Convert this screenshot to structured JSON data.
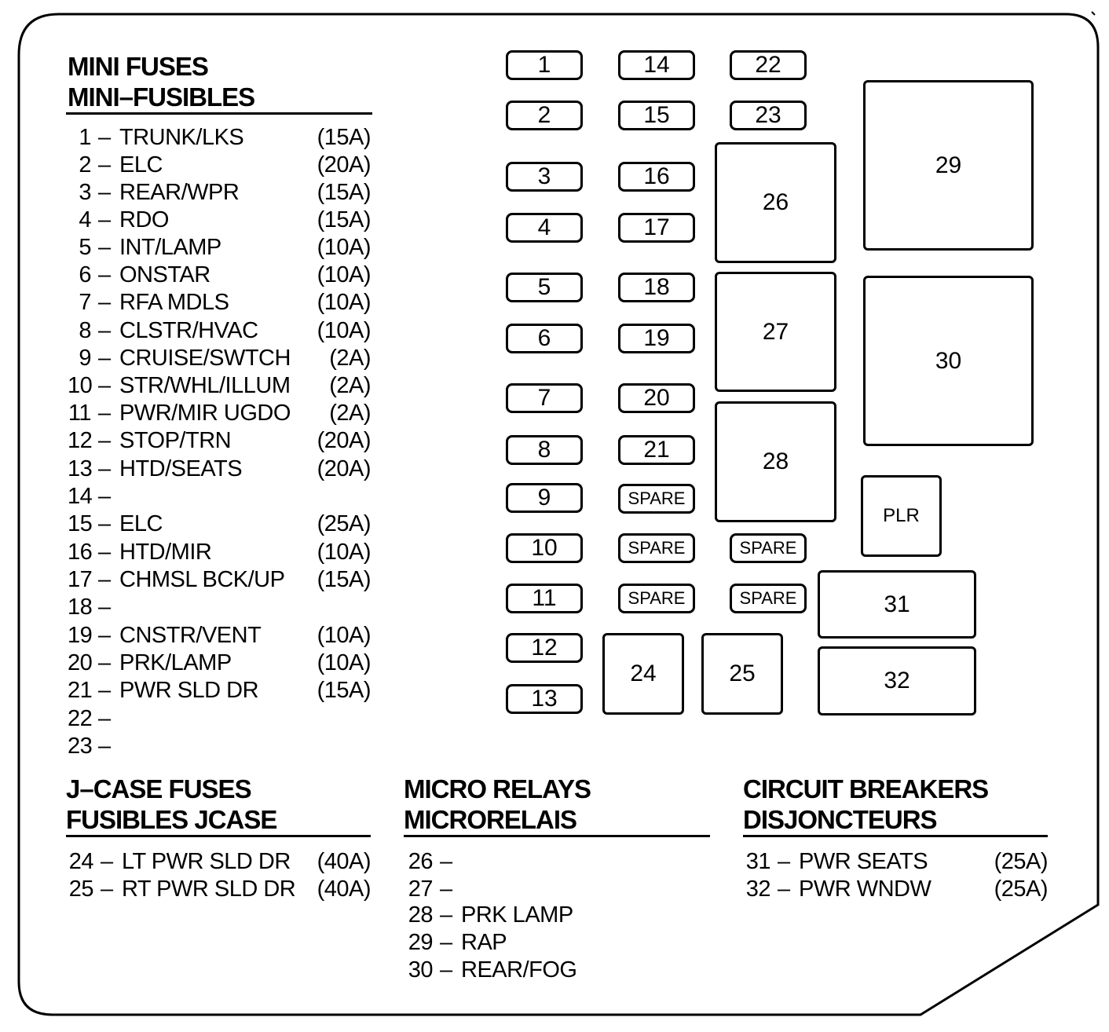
{
  "sections": {
    "mini_fuses": {
      "title1": "MINI FUSES",
      "title2": "MINI–FUSIBLES",
      "items": [
        {
          "num": "1",
          "label": "TRUNK/LKS",
          "amp": "(15A)"
        },
        {
          "num": "2",
          "label": "ELC",
          "amp": "(20A)"
        },
        {
          "num": "3",
          "label": "REAR/WPR",
          "amp": "(15A)"
        },
        {
          "num": "4",
          "label": "RDO",
          "amp": "(15A)"
        },
        {
          "num": "5",
          "label": "INT/LAMP",
          "amp": "(10A)"
        },
        {
          "num": "6",
          "label": "ONSTAR",
          "amp": "(10A)"
        },
        {
          "num": "7",
          "label": "RFA MDLS",
          "amp": "(10A)"
        },
        {
          "num": "8",
          "label": "CLSTR/HVAC",
          "amp": "(10A)"
        },
        {
          "num": "9",
          "label": "CRUISE/SWTCH",
          "amp": "(2A)"
        },
        {
          "num": "10",
          "label": "STR/WHL/ILLUM",
          "amp": "(2A)"
        },
        {
          "num": "11",
          "label": "PWR/MIR UGDO",
          "amp": "(2A)"
        },
        {
          "num": "12",
          "label": "STOP/TRN",
          "amp": "(20A)"
        },
        {
          "num": "13",
          "label": "HTD/SEATS",
          "amp": "(20A)"
        },
        {
          "num": "14",
          "label": "",
          "amp": ""
        },
        {
          "num": "15",
          "label": "ELC",
          "amp": "(25A)"
        },
        {
          "num": "16",
          "label": "HTD/MIR",
          "amp": "(10A)"
        },
        {
          "num": "17",
          "label": "CHMSL BCK/UP",
          "amp": "(15A)"
        },
        {
          "num": "18",
          "label": "",
          "amp": ""
        },
        {
          "num": "19",
          "label": "CNSTR/VENT",
          "amp": "(10A)"
        },
        {
          "num": "20",
          "label": "PRK/LAMP",
          "amp": "(10A)"
        },
        {
          "num": "21",
          "label": "PWR SLD DR",
          "amp": "(15A)"
        },
        {
          "num": "22",
          "label": "",
          "amp": ""
        },
        {
          "num": "23",
          "label": "",
          "amp": ""
        }
      ]
    },
    "jcase": {
      "title1": "J–CASE FUSES",
      "title2": "FUSIBLES JCASE",
      "items": [
        {
          "num": "24",
          "label": "LT PWR SLD DR",
          "amp": "(40A)"
        },
        {
          "num": "25",
          "label": "RT PWR SLD DR",
          "amp": "(40A)"
        }
      ]
    },
    "micro_relays": {
      "title1": "MICRO RELAYS",
      "title2": "MICRORELAIS",
      "items": [
        {
          "num": "26",
          "label": "",
          "amp": ""
        },
        {
          "num": "27",
          "label": "",
          "amp": ""
        },
        {
          "num": "28",
          "label": "PRK LAMP",
          "amp": ""
        },
        {
          "num": "29",
          "label": "RAP",
          "amp": ""
        },
        {
          "num": "30",
          "label": "REAR/FOG",
          "amp": ""
        }
      ]
    },
    "breakers": {
      "title1": "CIRCUIT BREAKERS",
      "title2": "DISJONCTEURS",
      "items": [
        {
          "num": "31",
          "label": "PWR SEATS",
          "amp": "(25A)"
        },
        {
          "num": "32",
          "label": "PWR WNDW",
          "amp": "(25A)"
        }
      ]
    }
  },
  "dash": "–",
  "slots": [
    "1",
    "2",
    "3",
    "4",
    "5",
    "6",
    "7",
    "8",
    "9",
    "10",
    "11",
    "12",
    "13",
    "14",
    "15",
    "16",
    "17",
    "18",
    "19",
    "20",
    "21",
    "22",
    "23",
    "24",
    "25",
    "26",
    "27",
    "28",
    "29",
    "30",
    "31",
    "32",
    "SPARE",
    "SPARE",
    "SPARE",
    "SPARE",
    "SPARE",
    "PLR"
  ]
}
